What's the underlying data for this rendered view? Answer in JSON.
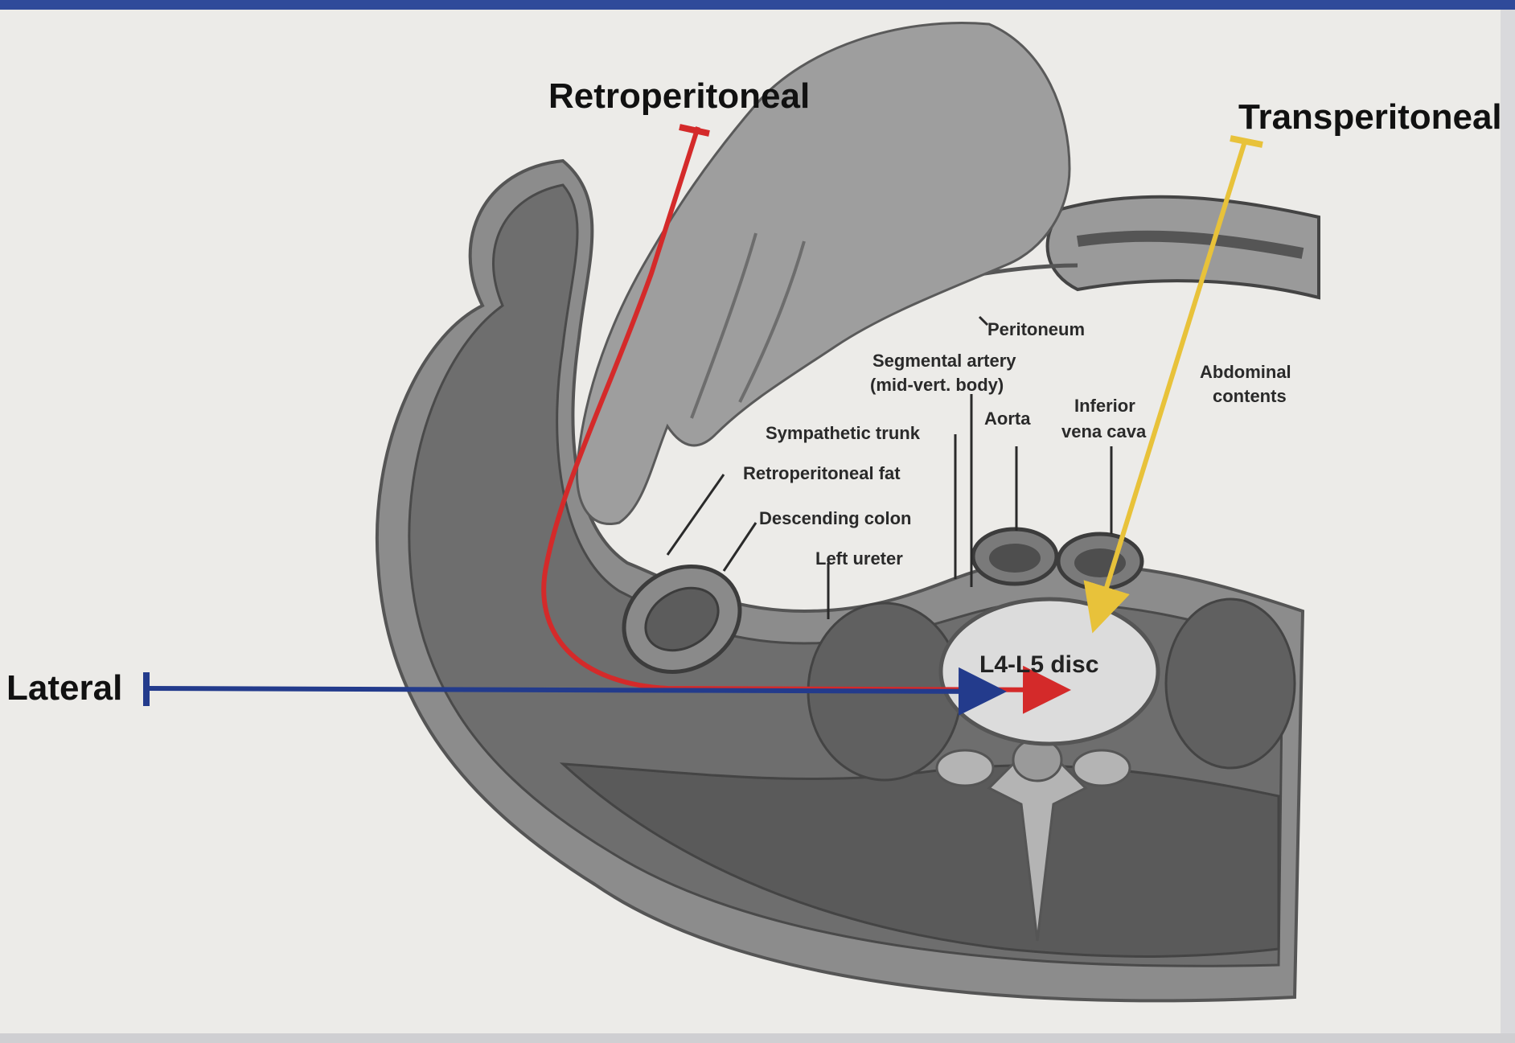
{
  "approaches": {
    "retroperitoneal": {
      "label": "Retroperitoneal",
      "color": "#d42a2a"
    },
    "transperitoneal": {
      "label": "Transperitoneal",
      "color": "#e8c23a"
    },
    "lateral": {
      "label": "Lateral",
      "color": "#233b8c"
    }
  },
  "structures": {
    "peritoneum": "Peritoneum",
    "segmental_artery_line1": "Segmental artery",
    "segmental_artery_line2": "(mid-vert. body)",
    "abdominal_contents_line1": "Abdominal",
    "abdominal_contents_line2": "contents",
    "sympathetic_trunk": "Sympathetic trunk",
    "aorta": "Aorta",
    "inferior_vena_cava_line1": "Inferior",
    "inferior_vena_cava_line2": "vena cava",
    "retroperitoneal_fat": "Retroperitoneal fat",
    "descending_colon": "Descending colon",
    "left_ureter": "Left ureter",
    "disc": "L4-L5 disc"
  }
}
